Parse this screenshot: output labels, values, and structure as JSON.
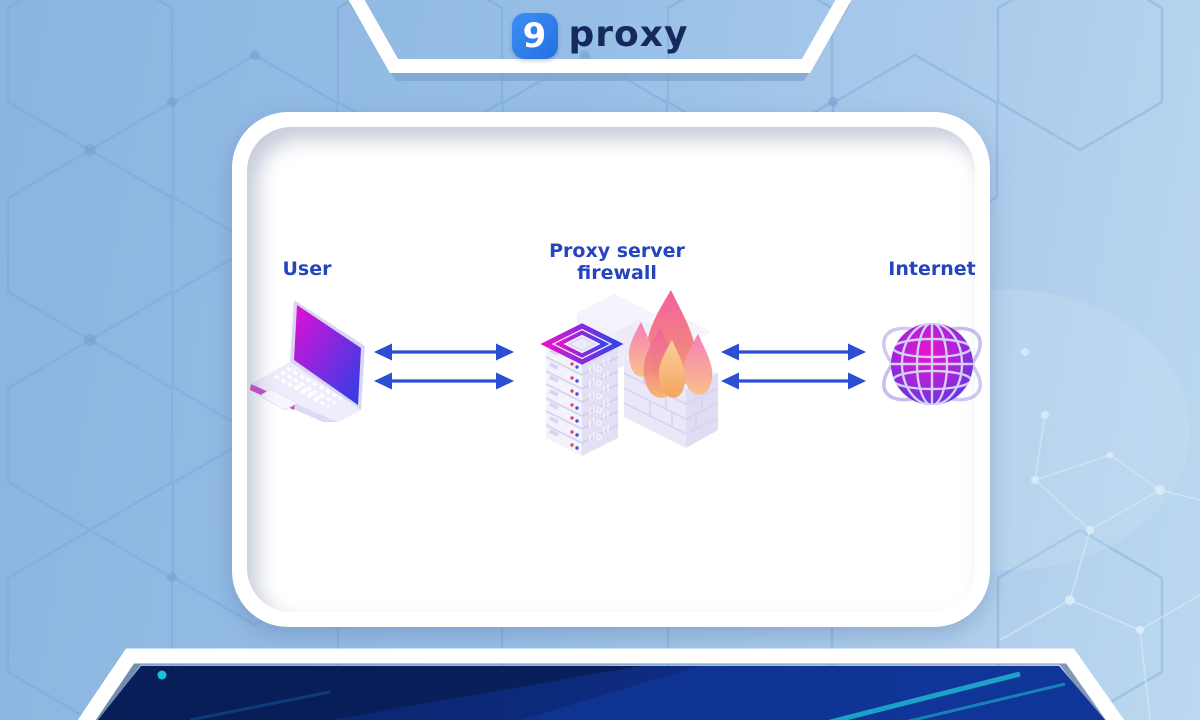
{
  "header": {
    "logo_icon_text": "9",
    "logo_text": "proxy"
  },
  "diagram": {
    "nodes": [
      {
        "id": "user",
        "label": "User",
        "icon": "laptop-icon"
      },
      {
        "id": "proxy-server-firewall",
        "label": "Proxy server firewall",
        "icon": "server-firewall-icon"
      },
      {
        "id": "internet",
        "label": "Internet",
        "icon": "globe-icon"
      }
    ],
    "connections": [
      {
        "from": "user",
        "to": "proxy-server-firewall",
        "style": "two-double-headed-arrows"
      },
      {
        "from": "proxy-server-firewall",
        "to": "internet",
        "style": "two-double-headed-arrows"
      }
    ]
  },
  "colors": {
    "background_blue": "#97bfe6",
    "label_navy": "#2544bd",
    "arrow_blue": "#2b4ed2",
    "logo_badge_blue": "#2f7ee8",
    "logo_text_navy": "#16295e",
    "card_white": "#ffffff",
    "banner_navy": "#0c2a75",
    "banner_teal": "#1fb5cf",
    "flame_pink": "#f35fa0",
    "flame_orange": "#f5b267",
    "globe_magenta": "#ed12d0",
    "globe_blue": "#4340e4"
  }
}
